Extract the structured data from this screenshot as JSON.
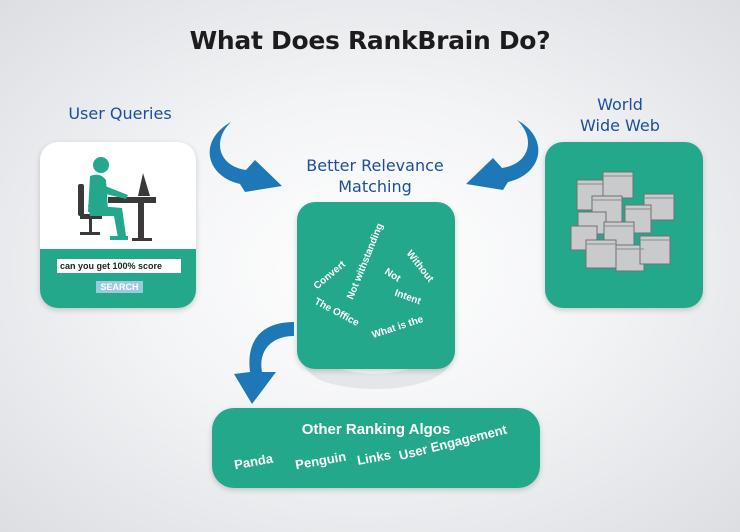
{
  "title": "What Does RankBrain Do?",
  "labels": {
    "user_queries": "User Queries",
    "better_relevance_line1": "Better Relevance",
    "better_relevance_line2": "Matching",
    "world_line1": "World",
    "world_line2": "Wide Web"
  },
  "user_card": {
    "search_text": "can you get 100% score",
    "search_button": "SEARCH"
  },
  "matching_words": [
    "Convert",
    "Not withstanding",
    "Without",
    "Not",
    "Intent",
    "The Office",
    "What is the"
  ],
  "other": {
    "title": "Other Ranking Algos",
    "items": [
      "Panda",
      "Penguin",
      "Links",
      "User Engagement"
    ]
  },
  "colors": {
    "teal": "#24a88c",
    "arrow_blue": "#1e78b8",
    "label_blue": "#1b4f9c",
    "search_button": "#9ac9e0"
  },
  "icons": [
    "person-at-desk-icon",
    "web-pages-icon",
    "curved-arrow-icon"
  ]
}
